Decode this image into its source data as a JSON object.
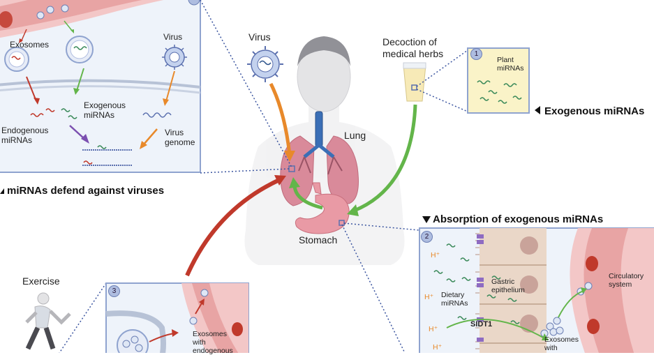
{
  "top_left_panel": {
    "exosomes": "Exosomes",
    "virus": "Virus",
    "exogenous_mirnas": "Exogenous\nmiRNAs",
    "endogenous_mirnas": "Endogenous\nmiRNAs",
    "virus_genome": "Virus\ngenome",
    "caption": "miRNAs defend against viruses"
  },
  "center": {
    "virus": "Virus",
    "decoction": "Decoction of\nmedical herbs",
    "lung": "Lung",
    "stomach": "Stomach"
  },
  "panel1": {
    "number": "1",
    "plant_mirnas": "Plant\nmiRNAs",
    "caption": "Exogenous miRNAs"
  },
  "panel2": {
    "title": "Absorption of exogenous miRNAs",
    "number": "2",
    "gastric": "Gastric\nepithelium",
    "dietary": "Dietary\nmiRNAs",
    "sidt1": "SIDT1",
    "circulatory": "Circulatory\nsystem",
    "exosomes_with": "Exosomes\nwith",
    "h_plus": "H⁺"
  },
  "panel3": {
    "number": "3",
    "exosomes_with": "Exosomes\nwith\nendogenous"
  },
  "exercise": "Exercise",
  "colors": {
    "panel_border": "#8fa3cf",
    "panel_fill": "#eef3fa",
    "red": "#c0392b",
    "green": "#63b54a",
    "orange": "#e8892a",
    "purple": "#7b4fb0"
  }
}
